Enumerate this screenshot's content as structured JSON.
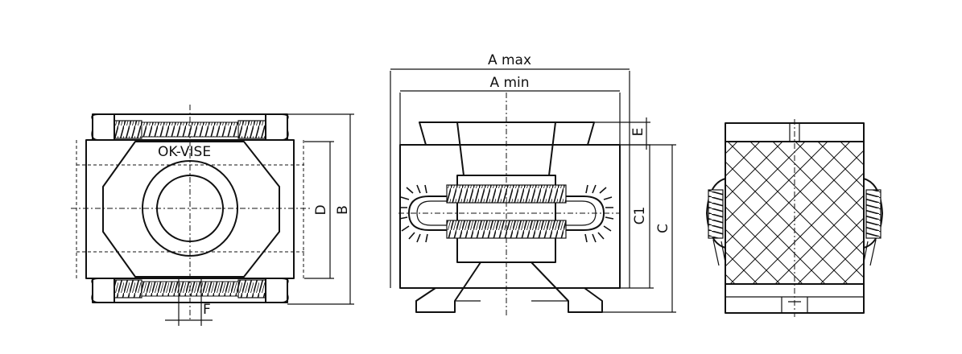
{
  "drawing": {
    "brand_text": "OK-VISE",
    "dimensions": {
      "a_max": "A max",
      "a_min": "A min",
      "b": "B",
      "c": "C",
      "c1": "C1",
      "d": "D",
      "e": "E",
      "f": "F"
    }
  },
  "colors": {
    "line": "#111111",
    "background": "#ffffff"
  }
}
